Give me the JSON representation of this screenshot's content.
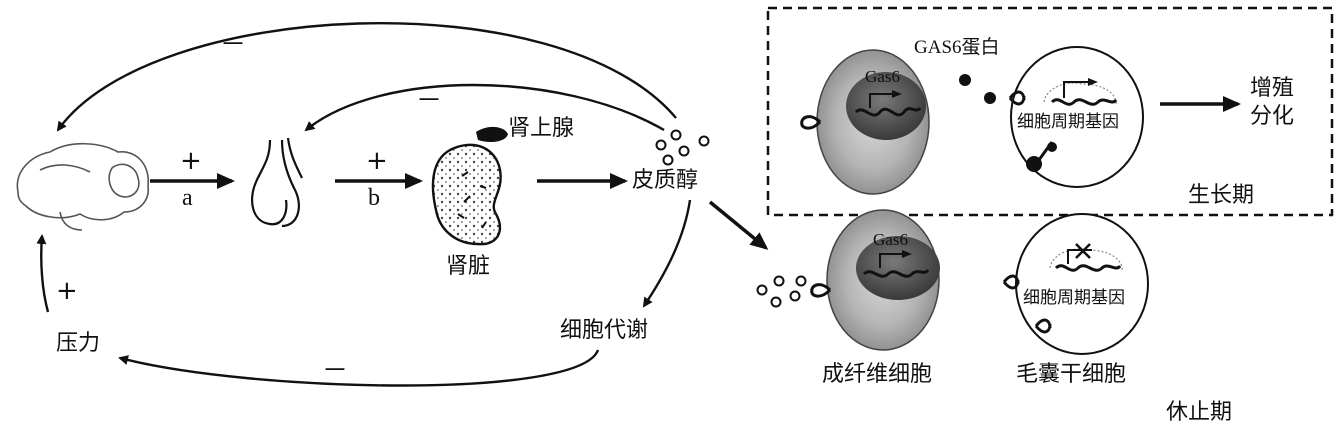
{
  "labels": {
    "adrenal_gland": "肾上腺",
    "cortisol": "皮质醇",
    "kidney": "肾脏",
    "pressure": "压力",
    "cell_metabolism": "细胞代谢",
    "gas6_protein": "GAS6蛋白",
    "proliferation_line1": "增殖",
    "proliferation_line2": "分化",
    "growth_phase": "生长期",
    "resting_phase": "休止期",
    "fibroblast": "成纤维细胞",
    "hair_follicle_stem_cell": "毛囊干细胞",
    "gas6_gene_top": "Gas6",
    "gas6_gene_bottom": "Gas6",
    "cell_cycle_gene_top": "细胞周期基因",
    "cell_cycle_gene_bottom": "细胞周期基因",
    "arrow_a": "a",
    "arrow_b": "b"
  },
  "signs": {
    "plus_a": "+",
    "plus_b": "+",
    "plus_pressure": "+",
    "minus_top": "－",
    "minus_pituitary": "－",
    "minus_bottom": "－"
  }
}
